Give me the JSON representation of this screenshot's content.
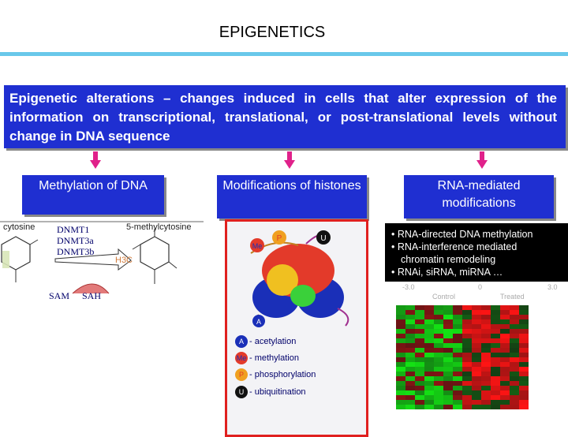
{
  "title": "EPIGENETICS",
  "definition": "Epigenetic alterations – changes induced in cells that alter expression of the information on transcriptional, translational, or post-translational levels without change in DNA sequence",
  "categories": [
    "Methylation of DNA",
    "Modifications of histones",
    "RNA-mediated modifications"
  ],
  "methylation": {
    "cytosine_label": "cytosine",
    "methylcytosine_label": "5-methylcytosine",
    "enzymes": [
      "DNMT1",
      "DNMT3a",
      "DNMT3b"
    ],
    "sam": "SAM",
    "sah": "SAH",
    "h3c": "H3C"
  },
  "histones": {
    "legend": [
      {
        "symbol": "A",
        "text": "- acetylation"
      },
      {
        "symbol": "Me",
        "text": "- methylation"
      },
      {
        "symbol": "P",
        "text": "- phosphorylation"
      },
      {
        "symbol": "U",
        "text": "- ubiquitination"
      }
    ]
  },
  "rna": {
    "bullets": [
      "• RNA-directed DNA methylation",
      "• RNA-interference mediated",
      "chromatin remodeling",
      "• RNAi, siRNA, miRNA …"
    ],
    "scale_min": "-3.0",
    "scale_mid": "0",
    "scale_max": "3.0",
    "control_label": "Control",
    "treated_label": "Treated"
  }
}
